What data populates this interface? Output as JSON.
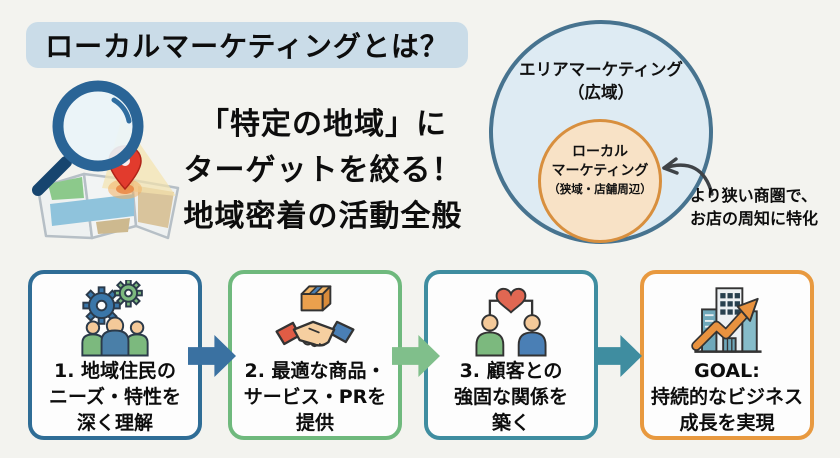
{
  "title": "ローカルマーケティングとは？",
  "headline": {
    "lines": [
      "「特定の地域」に",
      "ターゲットを絞る！",
      "地域密着の活動全般"
    ]
  },
  "venn": {
    "outer_label": [
      "エリアマーケティング",
      "（広域）"
    ],
    "inner_label": [
      "ローカル",
      "マーケティング",
      "（狭域・店舗周辺）"
    ],
    "annotation": [
      "より狭い商圏で、",
      "お店の周知に特化"
    ],
    "outer_fill": "#deebf3",
    "outer_border": "#47738f",
    "inner_fill": "#f8e2c6",
    "inner_border": "#d88f3e"
  },
  "steps": [
    {
      "icon": "gears-people-icon",
      "lines": [
        "1. 地域住民の",
        "ニーズ・特性を",
        "深く理解"
      ],
      "border_color": "#2f6d96"
    },
    {
      "icon": "box-handshake-icon",
      "lines": [
        "2. 最適な商品・",
        "サービス・PRを",
        "提供"
      ],
      "border_color": "#6fb97d"
    },
    {
      "icon": "heart-customers-icon",
      "lines": [
        "3. 顧客との",
        "強固な関係を",
        "築く"
      ],
      "border_color": "#3f8da0"
    },
    {
      "icon": "business-growth-icon",
      "lines": [
        "GOAL:",
        "持続的なビジネス",
        "成長を実現"
      ],
      "border_color": "#e8993f"
    }
  ],
  "flow_arrows": [
    {
      "color": "#3a71a1"
    },
    {
      "color": "#80bf8b"
    },
    {
      "color": "#3f8da0"
    }
  ],
  "colors": {
    "background": "#f3f3ef",
    "title_pill_bg": "#cadce8",
    "text": "#0d0d0d",
    "annotation_arrow": "#3f4347",
    "box_bg": "#fdfdfd"
  }
}
